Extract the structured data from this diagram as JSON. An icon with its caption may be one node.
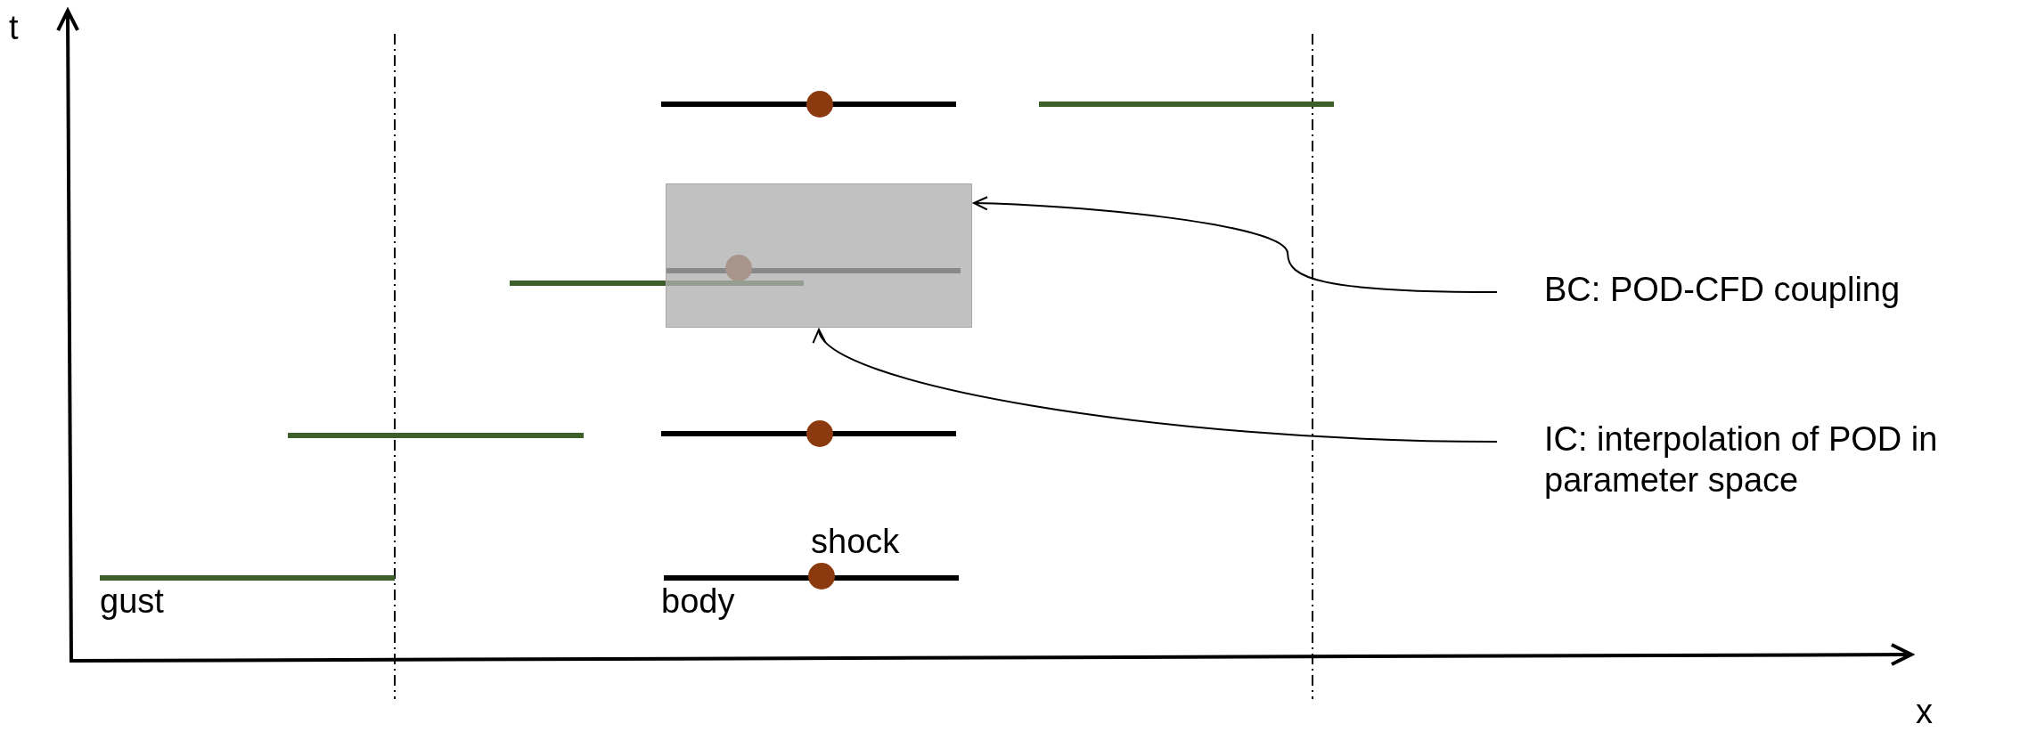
{
  "diagram": {
    "nodes": [
      {
        "text": [
          "BC: POD-CFD coupling"
        ]
      },
      {
        "text": [
          "IC: interpolation of POD in parameter space"
        ]
      },
      {
        "text": [],
        "shape": "box"
      }
    ],
    "edges": [
      {
        "from": 0,
        "to": 2,
        "arrow": "to"
      },
      {
        "from": 1,
        "to": 2,
        "arrow": "to"
      }
    ],
    "labels": [
      "t",
      "shock",
      "gust",
      "body",
      "x"
    ]
  }
}
